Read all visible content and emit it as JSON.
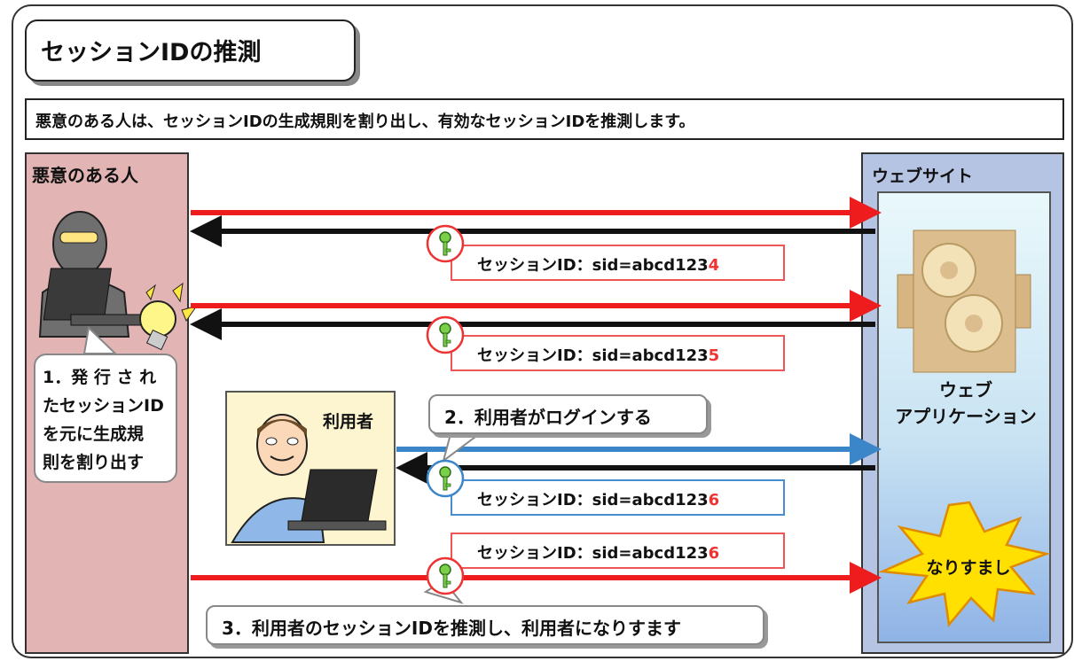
{
  "title": "セッションIDの推測",
  "subtitle": "悪意のある人は、セッションIDの生成規則を割り出し、有効なセッションIDを推測します。",
  "attacker": {
    "label": "悪意のある人",
    "speech_lines": [
      "1．発 行 さ れ",
      "たセッションID",
      "を元に生成規",
      "則を割り出す"
    ]
  },
  "website": {
    "label": "ウェブサイト",
    "app_line1": "ウェブ",
    "app_line2": "アプリケーション",
    "impersonation": "なりすまし"
  },
  "user": {
    "label": "利用者"
  },
  "session_ids": [
    {
      "prefix": "セッションID：sid=abcd123",
      "digit": "4"
    },
    {
      "prefix": "セッションID：sid=abcd123",
      "digit": "5"
    },
    {
      "prefix": "セッションID：sid=abcd123",
      "digit": "6"
    },
    {
      "prefix": "セッションID：sid=abcd123",
      "digit": "6"
    }
  ],
  "steps": {
    "step2": "2．利用者がログインする",
    "step3": "3．利用者のセッションIDを推測し、利用者になりすます"
  },
  "colors": {
    "attacker_panel": "#e2b4b4",
    "website_panel": "#b6c4e3",
    "request_arrow": "#ee1c1c",
    "response_arrow": "#111111",
    "user_arrow": "#3b86c8",
    "key": "#6bc04b",
    "boom": "#ffe000"
  }
}
